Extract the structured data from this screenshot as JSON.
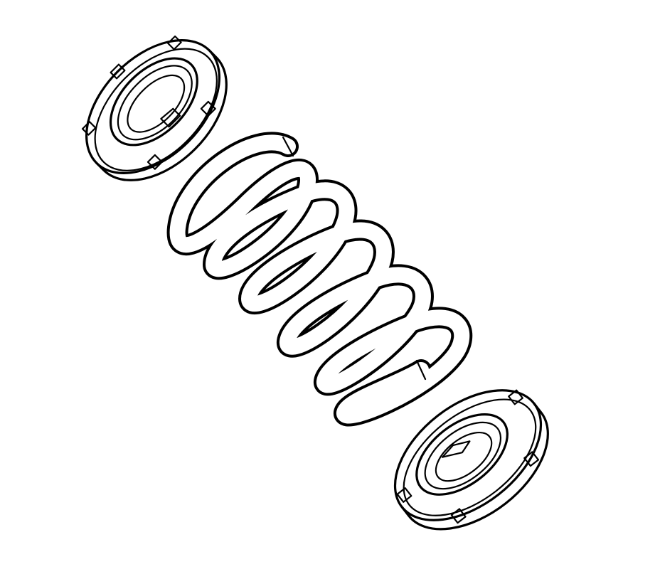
{
  "diagram": {
    "kind": "exploded-view line drawing",
    "parts": [
      {
        "id": "upper-spring-insulator",
        "icon": "ring-insulator-icon"
      },
      {
        "id": "coil-spring",
        "icon": "coil-spring-icon",
        "visible_turns": 6
      },
      {
        "id": "lower-spring-insulator",
        "icon": "ring-insulator-icon"
      }
    ],
    "centerline": {
      "style": "dash-dot"
    }
  },
  "colors": {
    "background": "#ffffff",
    "ink": "#000000",
    "fill": "#ffffff"
  }
}
